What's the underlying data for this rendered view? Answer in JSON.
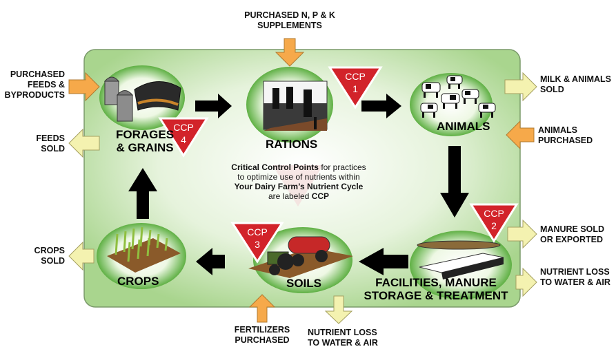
{
  "colors": {
    "panel_fill": "#bfe3ae",
    "panel_border": "#7a9a6a",
    "ellipse_fill": "#ffffff",
    "ellipse_edge": "#4fa33a",
    "flow_arrow": "#000000",
    "input_arrow": "#f6a94a",
    "output_arrow": "#f4f2b0",
    "ccp_red": "#d2232a"
  },
  "nodes": {
    "forages": {
      "line1": "FORAGES",
      "line2": "& GRAINS"
    },
    "rations": {
      "title": "RATIONS"
    },
    "animals": {
      "title": "ANIMALS"
    },
    "facilities": {
      "line1": "FACILITIES, MANURE",
      "line2": "STORAGE & TREATMENT"
    },
    "soils": {
      "title": "SOILS"
    },
    "crops": {
      "title": "CROPS"
    }
  },
  "ccp_badges": [
    {
      "label": "CCP",
      "number": "1"
    },
    {
      "label": "CCP",
      "number": "2"
    },
    {
      "label": "CCP",
      "number": "3"
    },
    {
      "label": "CCP",
      "number": "4"
    }
  ],
  "inputs": {
    "npk": {
      "line1": "PURCHASED N, P & K",
      "line2": "SUPPLEMENTS"
    },
    "feeds": {
      "line1": "PURCHASED",
      "line2": "FEEDS &",
      "line3": "BYPRODUCTS"
    },
    "animals": {
      "line1": "ANIMALS",
      "line2": "PURCHASED"
    },
    "fertilizers": {
      "line1": "FERTILIZERS",
      "line2": "PURCHASED"
    }
  },
  "outputs": {
    "milk": {
      "line1": "MILK & ANIMALS",
      "line2": "SOLD"
    },
    "feeds_sold": {
      "line1": "FEEDS",
      "line2": "SOLD"
    },
    "manure": {
      "line1": "MANURE SOLD",
      "line2": "OR EXPORTED"
    },
    "loss_facilities": {
      "line1": "NUTRIENT LOSS",
      "line2": "TO WATER & AIR"
    },
    "crops_sold": {
      "line1": "CROPS",
      "line2": "SOLD"
    },
    "loss_soils": {
      "line1": "NUTRIENT LOSS",
      "line2": "TO WATER & AIR"
    }
  },
  "note": {
    "line1_bold": "Critical Control Points",
    "line1_rest": " for practices",
    "line2": "to optimize use of nutrients within",
    "line3_bold": "Your Dairy Farm’s Nutrient Cycle",
    "line4_pre": "are labeled ",
    "line4_bold": "CCP"
  }
}
